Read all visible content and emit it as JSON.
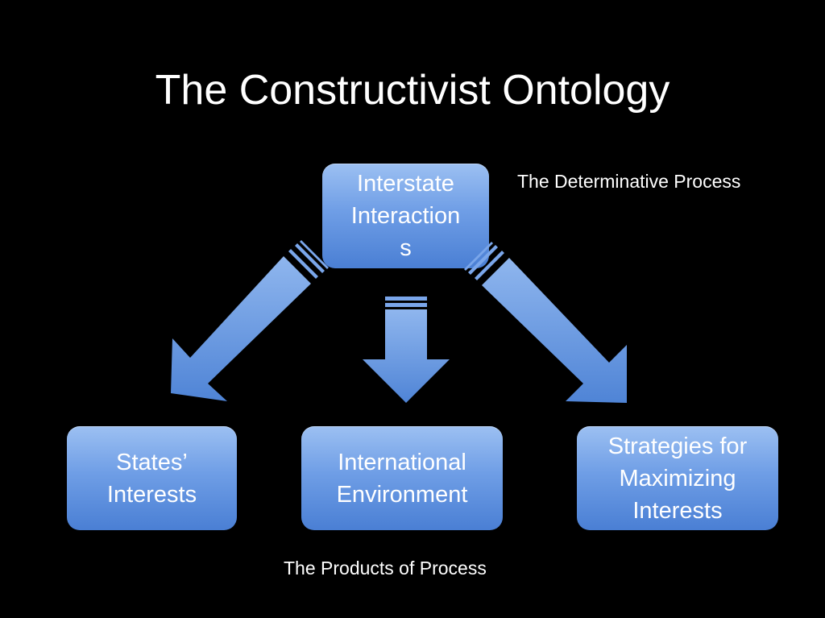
{
  "title": "The Constructivist Ontology",
  "labels": {
    "determinative": "The Determinative Process",
    "products": "The Products of Process"
  },
  "nodes": {
    "top": "Interstate\nInteraction\ns",
    "left": "States’\nInterests",
    "center": "International\nEnvironment",
    "right": "Strategies for\nMaximizing\nInterests"
  },
  "colors": {
    "background": "#000000",
    "box_top": "#9cc0f2",
    "box_bottom": "#4a7fd4",
    "arrow": "#6f9ee6"
  }
}
